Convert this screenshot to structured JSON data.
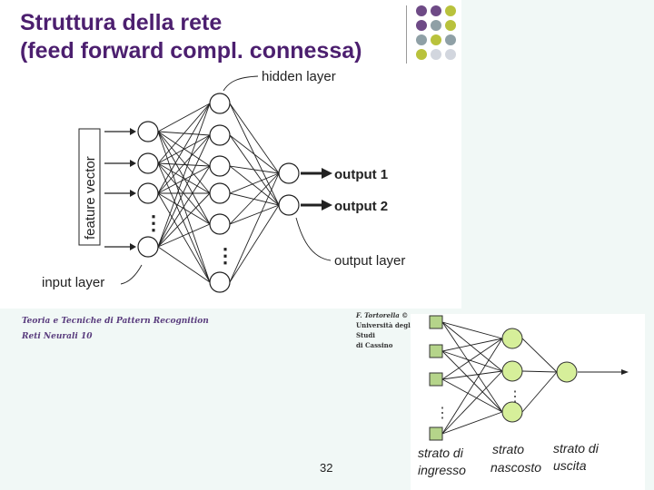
{
  "slide": {
    "title_line1": "Struttura della rete",
    "title_line2": "(feed forward compl. connessa)",
    "page_number": "32"
  },
  "diagram_main": {
    "feature_vector_label": "feature vector",
    "hidden_layer_label": "hidden layer",
    "input_layer_label": "input layer",
    "output_layer_label": "output layer",
    "output1_label": "output 1",
    "output2_label": "output 2",
    "ellipsis": "⋮"
  },
  "footer": {
    "course": "Teoria e Tecniche di Pattern Recognition",
    "section": "Reti Neurali   10",
    "author": "F. Tortorella ©",
    "university": "Università degli Studi",
    "city": "di Cassino"
  },
  "diagram_inset": {
    "input_label_line1": "strato di",
    "input_label_line2": "ingresso",
    "hidden_label_line1": "strato",
    "hidden_label_line2": "nascosto",
    "output_label_line1": "strato di",
    "output_label_line2": "uscita"
  },
  "colors": {
    "title": "#4c1f6f",
    "dot_purple": "#6e4a86",
    "dot_olive": "#b9c23c",
    "dot_gray": "#8fa0a6",
    "dot_light": "#d2d6de",
    "inset_input": "#b5d48a",
    "inset_node": "#d6ef9a"
  }
}
